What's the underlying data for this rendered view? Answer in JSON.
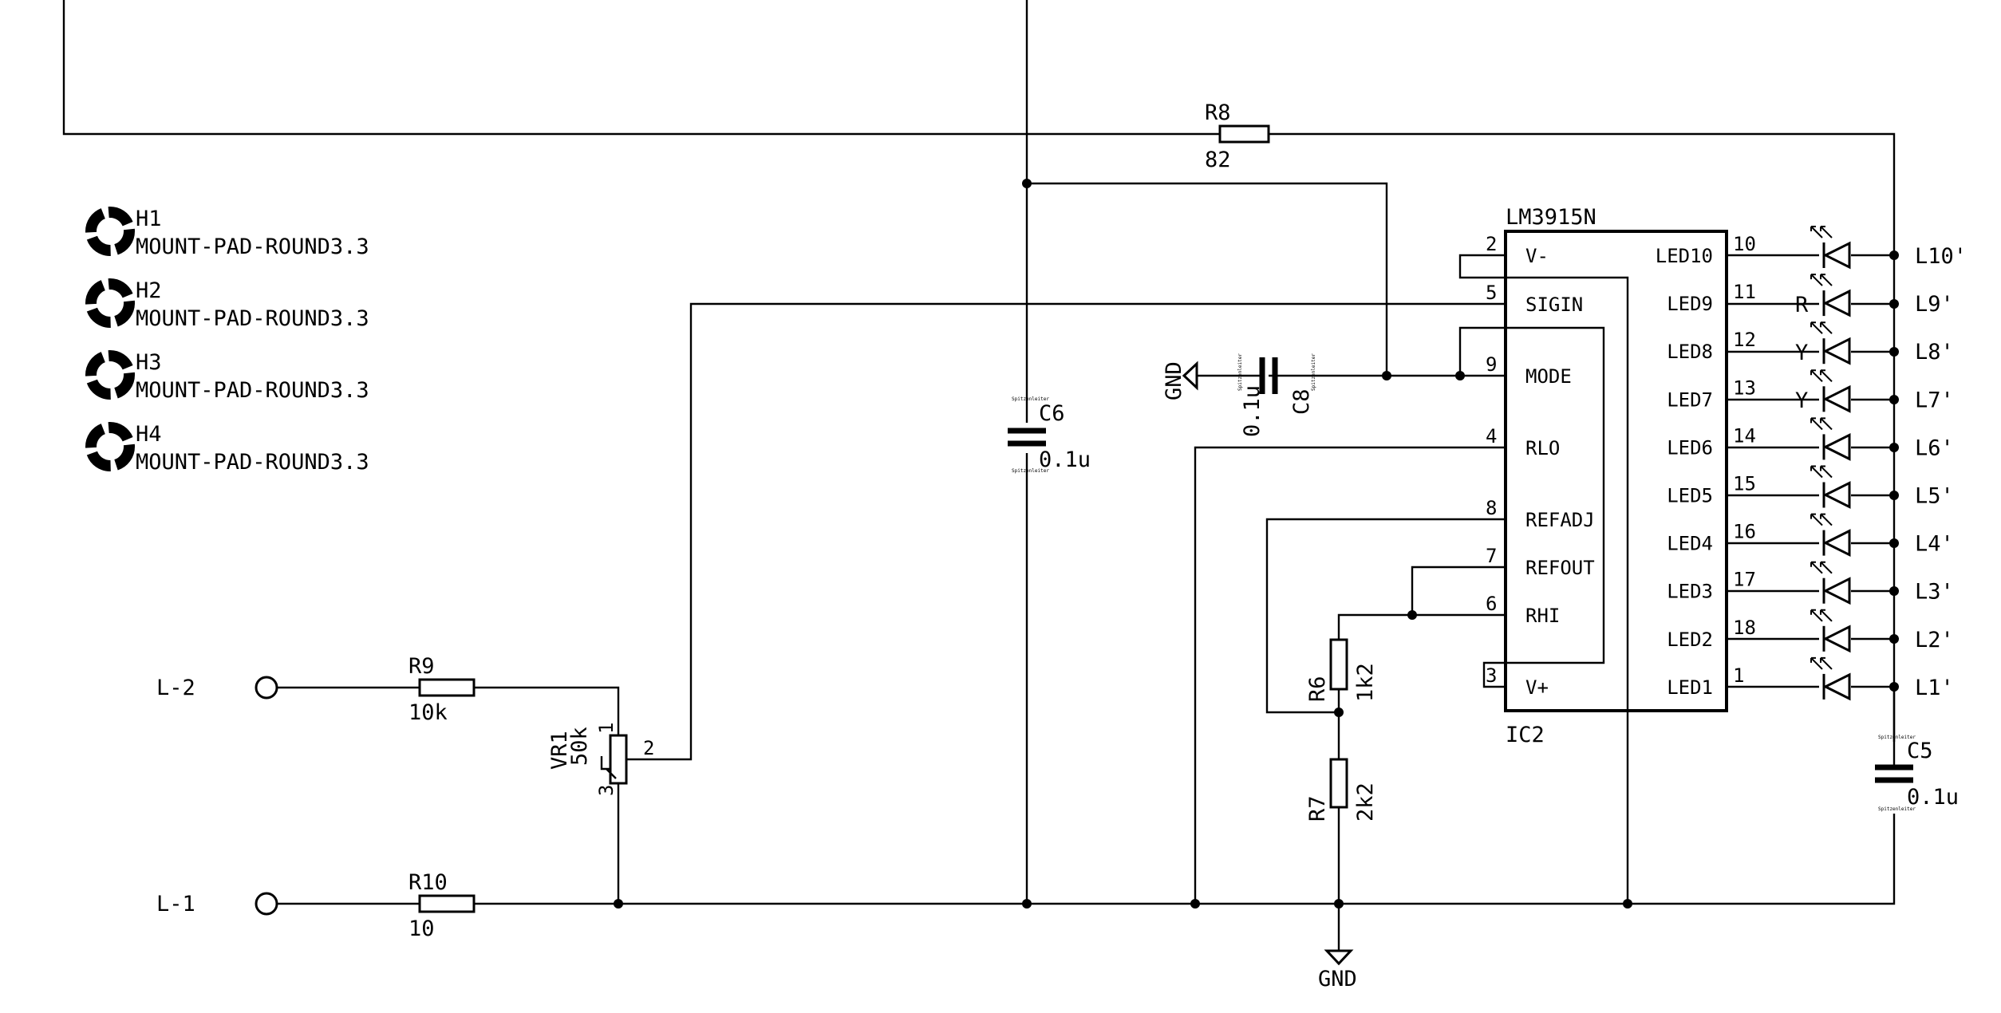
{
  "ic": {
    "part": "LM3915N",
    "ref": "IC2",
    "left_pins": [
      {
        "num": "2",
        "name": "V-"
      },
      {
        "num": "5",
        "name": "SIGIN"
      },
      {
        "num": "9",
        "name": "MODE"
      },
      {
        "num": "4",
        "name": "RLO"
      },
      {
        "num": "8",
        "name": "REFADJ"
      },
      {
        "num": "7",
        "name": "REFOUT"
      },
      {
        "num": "6",
        "name": "RHI"
      },
      {
        "num": "3",
        "name": "V+"
      }
    ],
    "right_pins": [
      {
        "num": "10",
        "name": "LED10",
        "net": "L10'"
      },
      {
        "num": "11",
        "name": "LED9",
        "net": "L9'"
      },
      {
        "num": "12",
        "name": "LED8",
        "net": "L8'"
      },
      {
        "num": "13",
        "name": "LED7",
        "net": "L7'"
      },
      {
        "num": "14",
        "name": "LED6",
        "net": "L6'"
      },
      {
        "num": "15",
        "name": "LED5",
        "net": "L5'"
      },
      {
        "num": "16",
        "name": "LED4",
        "net": "L4'"
      },
      {
        "num": "17",
        "name": "LED3",
        "net": "L3'"
      },
      {
        "num": "18",
        "name": "LED2",
        "net": "L2'"
      },
      {
        "num": "1",
        "name": "LED1",
        "net": "L1'"
      }
    ],
    "led_overlay_labels": [
      "R",
      "Y",
      "Y"
    ]
  },
  "mount_pads": [
    {
      "ref": "H1",
      "value": "MOUNT-PAD-ROUND3.3"
    },
    {
      "ref": "H2",
      "value": "MOUNT-PAD-ROUND3.3"
    },
    {
      "ref": "H3",
      "value": "MOUNT-PAD-ROUND3.3"
    },
    {
      "ref": "H4",
      "value": "MOUNT-PAD-ROUND3.3"
    }
  ],
  "resistors": {
    "r8": {
      "ref": "R8",
      "value": "82"
    },
    "r9": {
      "ref": "R9",
      "value": "10k"
    },
    "r10": {
      "ref": "R10",
      "value": "10"
    },
    "r6": {
      "ref": "R6",
      "value": "1k2"
    },
    "r7": {
      "ref": "R7",
      "value": "2k2"
    }
  },
  "pot": {
    "ref": "VR1",
    "value": "50k",
    "pin1": "1",
    "pin2": "2",
    "pin3": "3"
  },
  "capacitors": {
    "c6": {
      "ref": "C6",
      "value": "0.1u"
    },
    "c8": {
      "ref": "C8",
      "value": "0.1u"
    },
    "c5": {
      "ref": "C5",
      "value": "0.1u"
    },
    "cap_pin_label": "Spitzenleiter"
  },
  "grounds": {
    "gnd_left": "GND",
    "gnd_bottom": "GND"
  },
  "terminals": {
    "l2": "L-2",
    "l1": "L-1"
  }
}
